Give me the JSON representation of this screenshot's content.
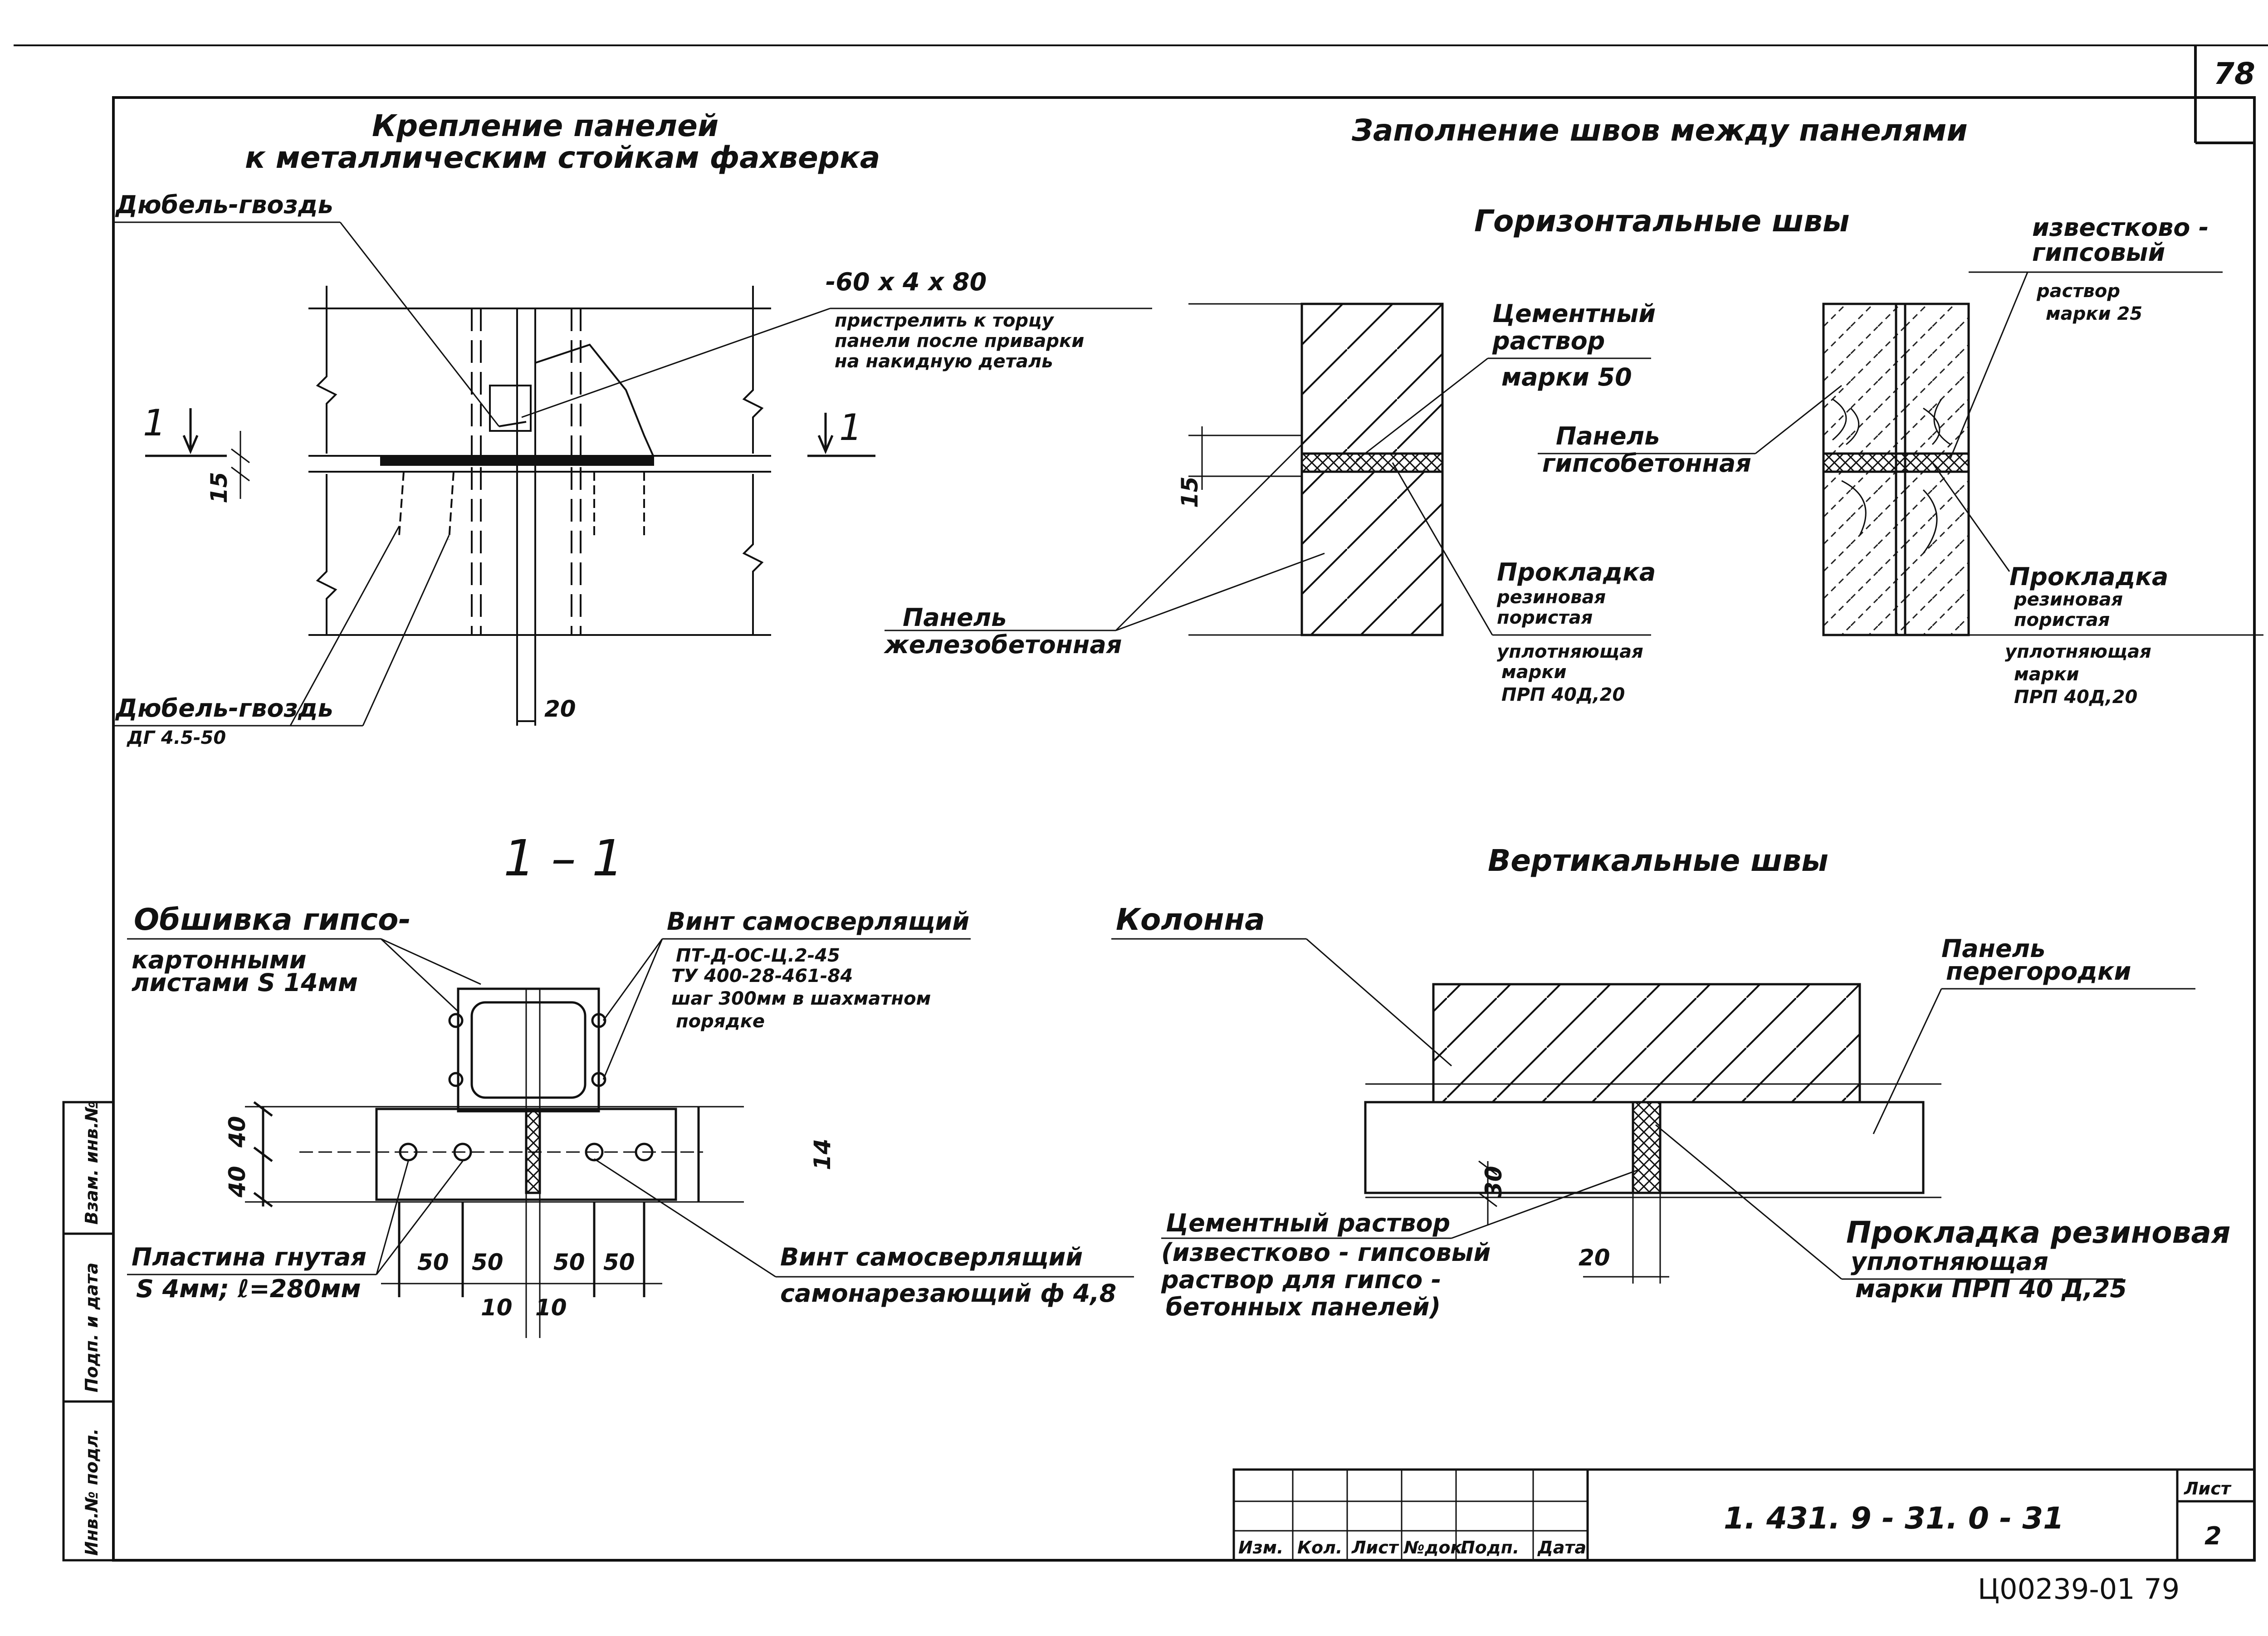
{
  "sheet": {
    "page_number": "78",
    "bottom_code": "Ц00239-01  79"
  },
  "left_detail": {
    "title_line1": "Крепление        панелей",
    "title_line2": "к металлическим   стойкам     фахверка",
    "dowel_top": "Дюбель-гвоздь",
    "plate_size": "-60 х 4 х 80",
    "note_line1": "пристрелить к торцу",
    "note_line2": "панели после приварки",
    "note_line3": "на     накидную деталь",
    "dowel_bottom": "Дюбель-гвоздь",
    "dowel_bottom_mark": "ДГ 4.5-50",
    "dim_15": "15",
    "dim_20": "20",
    "section_mark_left": "1",
    "section_mark_right": "1"
  },
  "right_detail": {
    "title": "Заполнение      швов      между      панелями",
    "horizontal_title": "Горизонтальные         швы",
    "cement_line1": "Цементный",
    "cement_line2": "раствор",
    "cement_line3": "марки 50",
    "lime_line1": "известково -",
    "lime_line2": "гипсовый",
    "lime_line3": "раствор",
    "lime_line4": "марки  25",
    "gypsum_panel_line1": "Панель",
    "gypsum_panel_line2": "гипсобетонная",
    "dim_15": "15",
    "gasket_a_line1": "Прокладка",
    "gasket_a_line2": "резиновая",
    "gasket_a_line3": "пористая",
    "gasket_a_line4": "уплотняющая",
    "gasket_a_line5": "марки",
    "gasket_a_line6": "ПРП  40Д,20",
    "gasket_b_line1": "Прокладка",
    "gasket_b_line2": "резиновая",
    "gasket_b_line3": "пористая",
    "gasket_b_line4": "уплотняющая",
    "gasket_b_line5": "марки",
    "gasket_b_line6": "ПРП   40Д,20",
    "rc_panel_line1": "Панель",
    "rc_panel_line2": "железобетонная"
  },
  "section_detail": {
    "title": "1 – 1",
    "cladding_line1": "Обшивка гипсо-",
    "cladding_line2": "картонными",
    "cladding_line3": "листами   S  14мм",
    "screw_line1": "Винт самосверлящий",
    "screw_line2": "ПТ-Д-ОС-Ц.2-45",
    "screw_line3": "ТУ 400-28-461-84",
    "screw_line4": "шаг 300мм  в шахматном",
    "screw_line5": "порядке",
    "plate_line1": "Пластина гнутая",
    "plate_line2": "S 4мм;  ℓ=280мм",
    "screw2_line1": "Винт самосверлящий",
    "screw2_line2": "самонарезающий  ф 4,8",
    "dim_40a": "40",
    "dim_40b": "40",
    "dim_14": "14",
    "dim_50a": "50",
    "dim_50b": "50",
    "dim_50c": "50",
    "dim_50d": "50",
    "dim_10a": "10",
    "dim_10b": "10"
  },
  "vertical_detail": {
    "title": "Вертикальные      швы",
    "column": "Колонна",
    "partition_line1": "Панель",
    "partition_line2": "перегородки",
    "cement_line1": "Цементный   раствор",
    "cement_line2": "(известково - гипсовый",
    "cement_line3": " раствор для  гипсо -",
    "cement_line4": " бетонных     панелей)",
    "gasket_line1": "Прокладка  резиновая",
    "gasket_line2": "уплотняющая",
    "gasket_line3": "марки ПРП 40 Д,25",
    "dim_30": "30",
    "dim_20": "20"
  },
  "title_block": {
    "code": "1. 431. 9 -  31. 0     - 31",
    "sheet_label": "Лист",
    "sheet_value": "2",
    "col_labels": [
      "Изм.",
      "Кол.",
      "Лист",
      "№док.",
      "Подп.",
      "Дата"
    ]
  },
  "side_stamp": {
    "cells": [
      "Инв.№ подл.",
      "Подп. и дата",
      "Взам. инв.№"
    ]
  }
}
